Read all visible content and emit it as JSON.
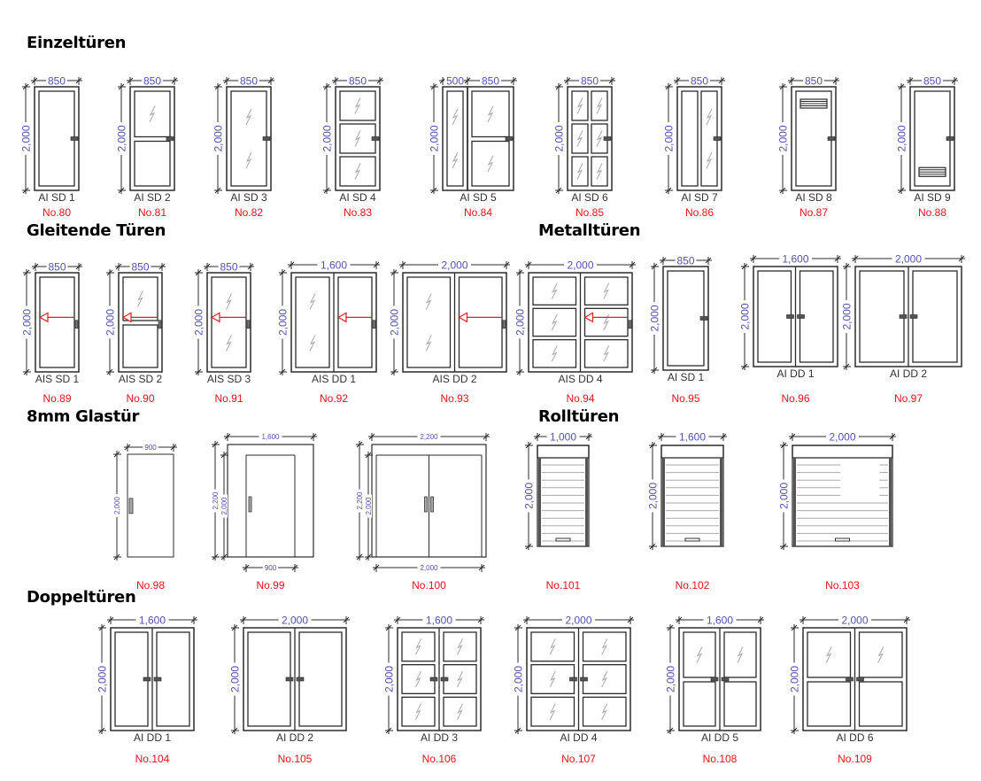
{
  "sections": {
    "single": "Einzeltüren",
    "sliding": "Gleitende Türen",
    "metal": "Metalltüren",
    "glass": "8mm Glastür",
    "roller": "Rolltüren",
    "double": "Doppeltüren"
  },
  "colors": {
    "line": "#2b2b2b",
    "dimension": "#5252b0",
    "number": "#e8141c",
    "arrow": "#e02020",
    "glass_mark": "#a8a8a8"
  },
  "doors": [
    {
      "number": "No.80",
      "code": "AI SD 1",
      "width_label": "850",
      "height_label": "2,000",
      "kind": "single",
      "panel": "full",
      "glass": false
    },
    {
      "number": "No.81",
      "code": "AI SD 2",
      "width_label": "850",
      "height_label": "2,000",
      "kind": "single",
      "panel": "split",
      "glass": "top"
    },
    {
      "number": "No.82",
      "code": "AI SD 3",
      "width_label": "850",
      "height_label": "2,000",
      "kind": "single",
      "panel": "full",
      "glass": "all"
    },
    {
      "number": "No.83",
      "code": "AI SD 4",
      "width_label": "850",
      "height_label": "2,000",
      "kind": "single",
      "panel": "three",
      "glass": "all"
    },
    {
      "number": "No.84",
      "code": "AI SD 5",
      "width_label": "850",
      "side_label": "500",
      "height_label": "2,000",
      "kind": "sidelight",
      "panel": "split",
      "glass": "all"
    },
    {
      "number": "No.85",
      "code": "AI SD 6",
      "width_label": "850",
      "height_label": "2,000",
      "kind": "single",
      "panel": "six",
      "glass": "all"
    },
    {
      "number": "No.86",
      "code": "AI SD 7",
      "width_label": "850",
      "height_label": "2,000",
      "kind": "single",
      "panel": "twocol",
      "glass": "right"
    },
    {
      "number": "No.87",
      "code": "AI SD 8",
      "width_label": "850",
      "height_label": "2,000",
      "kind": "single",
      "panel": "vent-top",
      "glass": false
    },
    {
      "number": "No.88",
      "code": "AI SD 9",
      "width_label": "850",
      "height_label": "2,000",
      "kind": "single",
      "panel": "vent-bottom",
      "glass": false
    },
    {
      "number": "No.89",
      "code": "AIS SD 1",
      "width_label": "850",
      "height_label": "2,000",
      "kind": "sliding",
      "panel": "full",
      "glass": false
    },
    {
      "number": "No.90",
      "code": "AIS SD 2",
      "width_label": "850",
      "height_label": "2,000",
      "kind": "sliding",
      "panel": "split",
      "glass": "top"
    },
    {
      "number": "No.91",
      "code": "AIS SD 3",
      "width_label": "850",
      "height_label": "2,000",
      "kind": "sliding",
      "panel": "full",
      "glass": "all"
    },
    {
      "number": "No.92",
      "code": "AIS DD 1",
      "width_label": "1,600",
      "height_label": "2,000",
      "kind": "sliding-double",
      "panel": "full",
      "glass": "left"
    },
    {
      "number": "No.93",
      "code": "AIS DD 2",
      "width_label": "2,000",
      "height_label": "2,000",
      "kind": "sliding-double",
      "panel": "full",
      "glass": "left"
    },
    {
      "number": "No.94",
      "code": "AIS DD 4",
      "width_label": "2,000",
      "height_label": "2,000",
      "kind": "sliding-double",
      "panel": "three",
      "glass": "all"
    },
    {
      "number": "No.95",
      "code": "AI SD 1",
      "width_label": "850",
      "height_label": "2,000",
      "kind": "single",
      "panel": "full",
      "glass": false
    },
    {
      "number": "No.96",
      "code": "AI DD 1",
      "width_label": "1,600",
      "height_label": "2,000",
      "kind": "double",
      "panel": "full",
      "glass": false
    },
    {
      "number": "No.97",
      "code": "AI DD 2",
      "width_label": "2,000",
      "height_label": "2,000",
      "kind": "double",
      "panel": "full",
      "glass": false
    },
    {
      "number": "No.98",
      "width_label": "900",
      "height_label": "2,000",
      "kind": "glass-single"
    },
    {
      "number": "No.99",
      "width_label": "1,600",
      "height_label": "2,000",
      "outer_height_label": "2,200",
      "bottom_label": "900",
      "kind": "glass-framed"
    },
    {
      "number": "No.100",
      "width_label": "2,200",
      "height_label": "2,000",
      "outer_height_label": "2,200",
      "bottom_label": "2,000",
      "kind": "glass-double"
    },
    {
      "number": "No.101",
      "width_label": "1,000",
      "height_label": "2,000",
      "kind": "roller"
    },
    {
      "number": "No.102",
      "width_label": "1,600",
      "height_label": "2,000",
      "kind": "roller"
    },
    {
      "number": "No.103",
      "width_label": "2,000",
      "height_label": "2,000",
      "kind": "roller-gap"
    },
    {
      "number": "No.104",
      "code": "AI DD 1",
      "width_label": "1,600",
      "height_label": "2,000",
      "kind": "double",
      "panel": "full",
      "glass": false
    },
    {
      "number": "No.105",
      "code": "AI DD 2",
      "width_label": "2,000",
      "height_label": "2,000",
      "kind": "double",
      "panel": "full",
      "glass": false
    },
    {
      "number": "No.106",
      "code": "AI DD 3",
      "width_label": "1,600",
      "height_label": "2,000",
      "kind": "double",
      "panel": "three",
      "glass": "all"
    },
    {
      "number": "No.107",
      "code": "AI DD 4",
      "width_label": "2,000",
      "height_label": "2,000",
      "kind": "double",
      "panel": "three",
      "glass": "all"
    },
    {
      "number": "No.108",
      "code": "AI DD 5",
      "width_label": "1,600",
      "height_label": "2,000",
      "kind": "double",
      "panel": "split",
      "glass": "top"
    },
    {
      "number": "No.109",
      "code": "AI DD 6",
      "width_label": "2,000",
      "height_label": "2,000",
      "kind": "double",
      "panel": "split",
      "glass": "top"
    }
  ]
}
